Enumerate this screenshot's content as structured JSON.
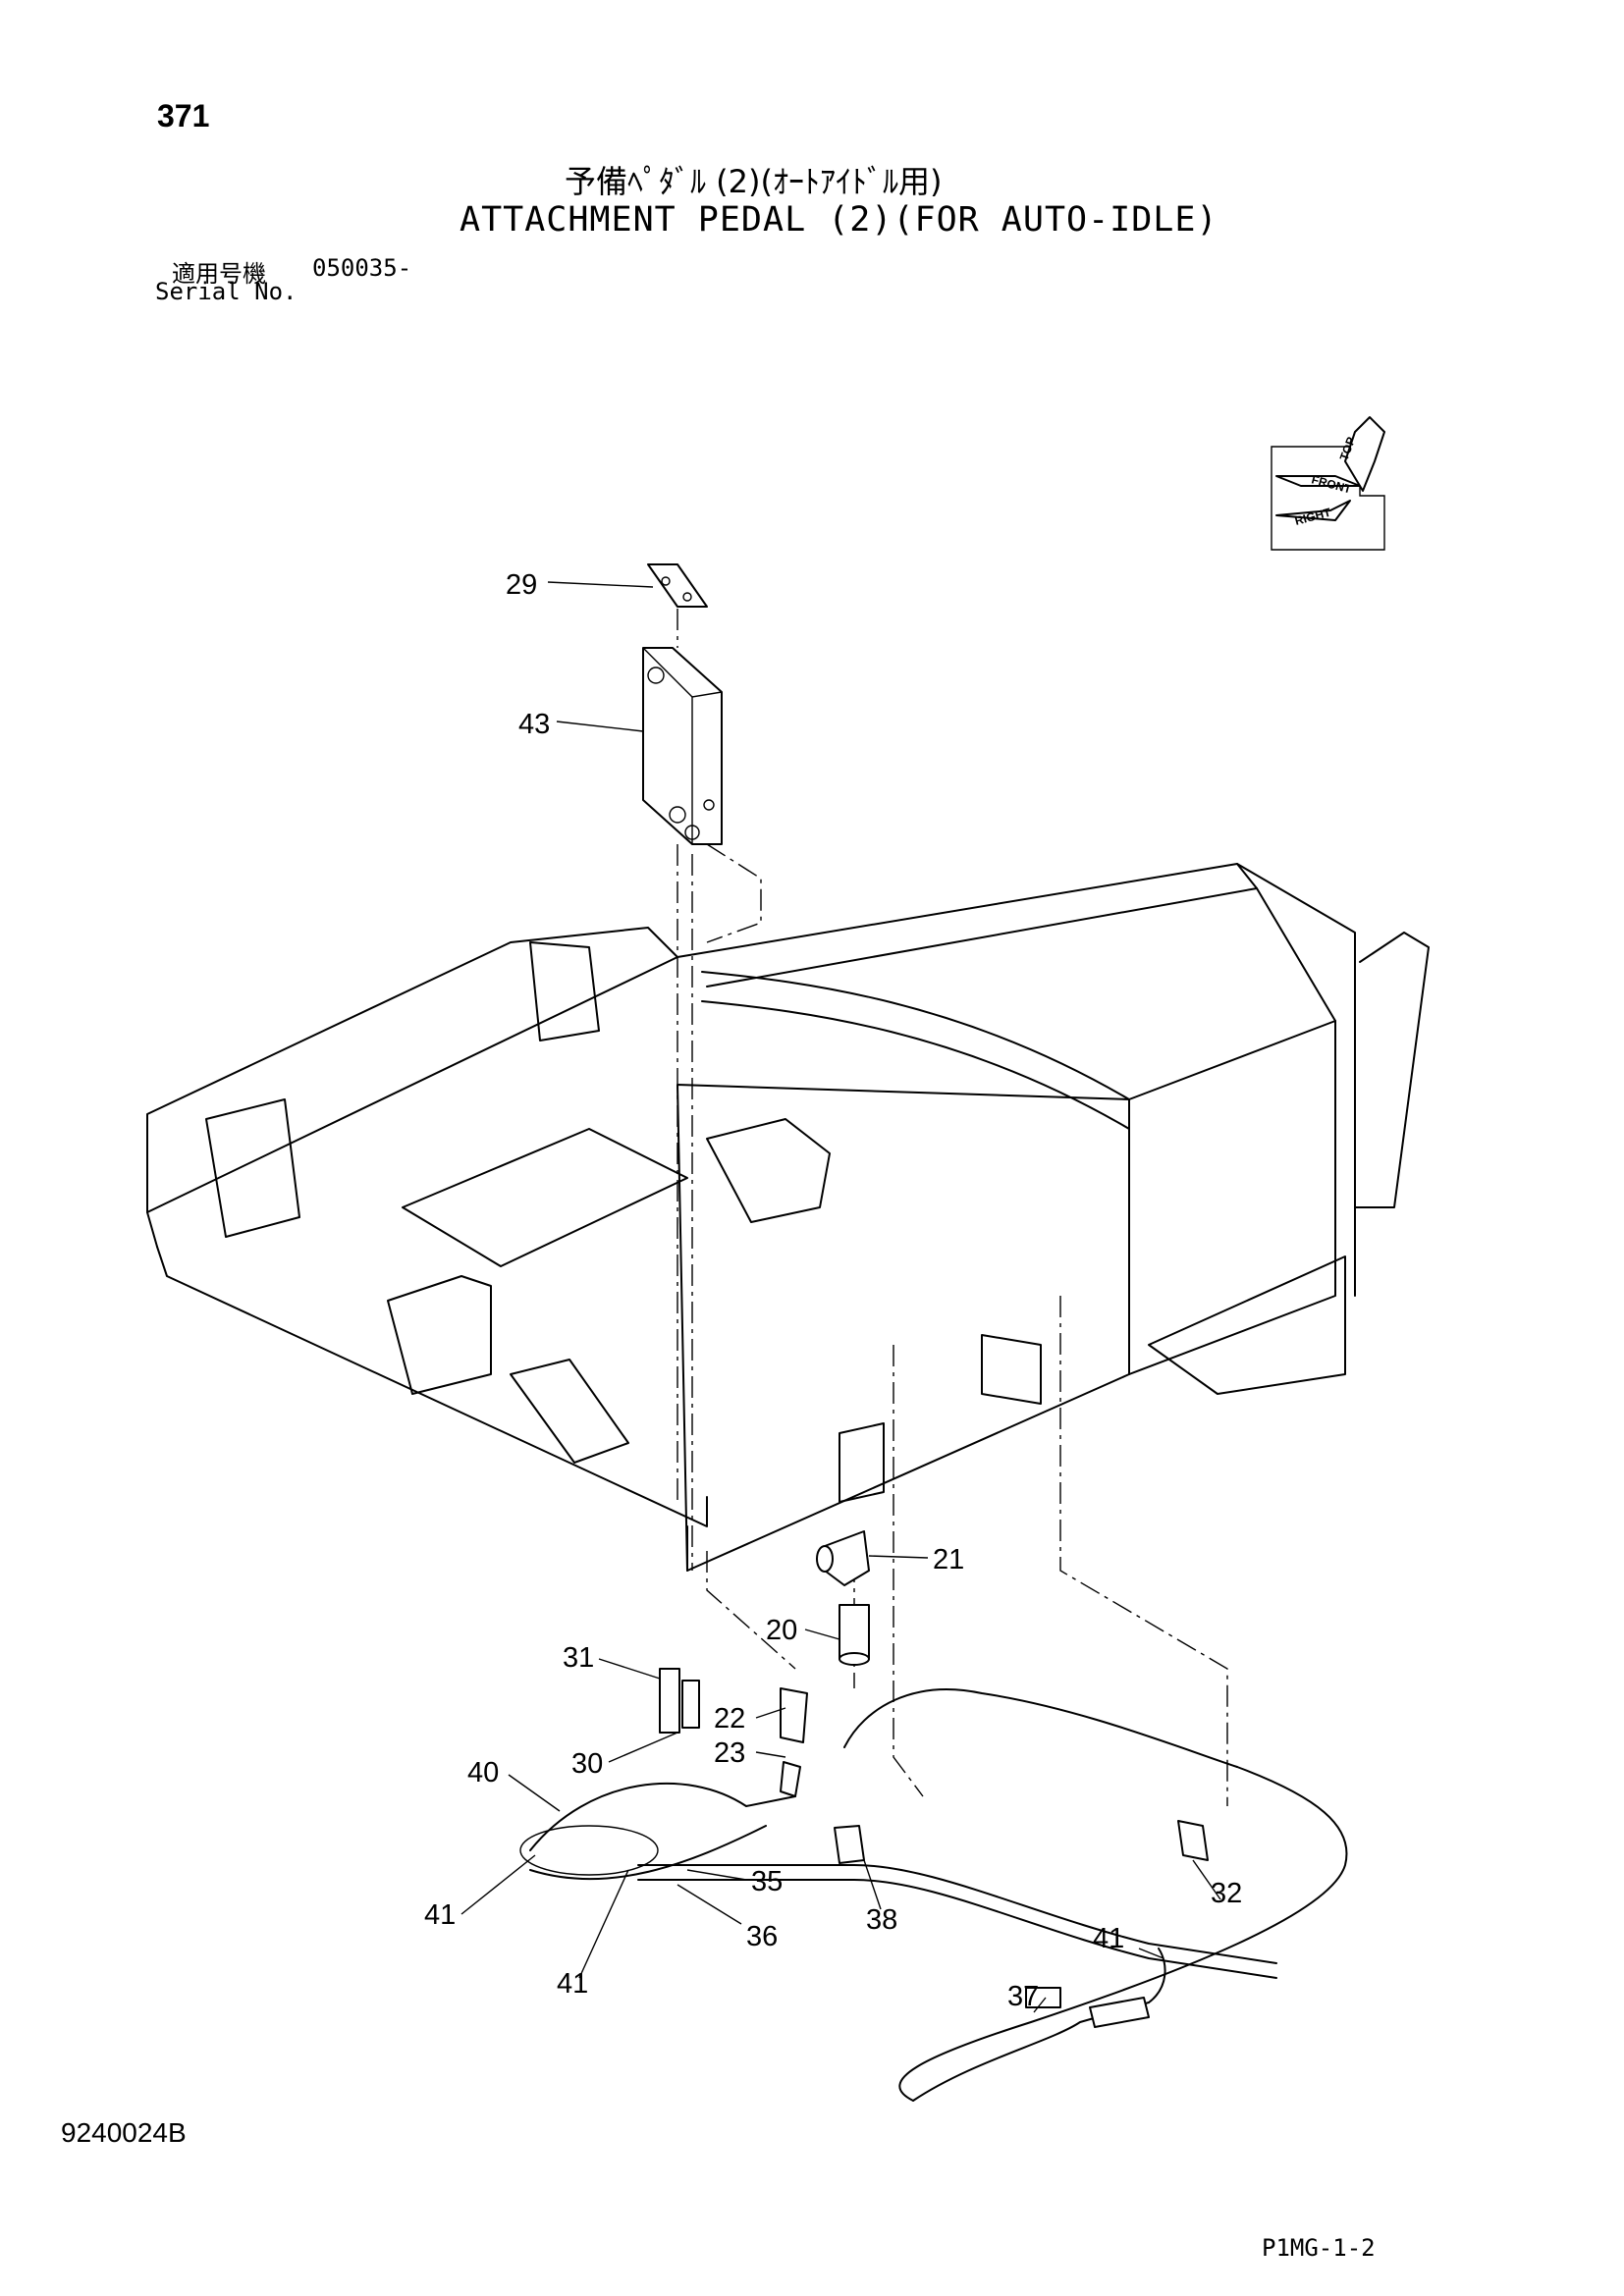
{
  "page_number": "371",
  "title_jp": "予備ﾍﾟﾀﾞﾙ (2)(ｵｰﾄｱｲﾄﾞﾙ用)",
  "title_en": "ATTACHMENT PEDAL (2)(FOR AUTO-IDLE)",
  "serial": {
    "label_jp": "適用号機",
    "value": "050035-",
    "label_en": "Serial No."
  },
  "orientation": {
    "top": "TOP",
    "front": "FRONT",
    "right": "RIGHT"
  },
  "callouts": [
    "29",
    "43",
    "21",
    "20",
    "31",
    "22",
    "30",
    "23",
    "40",
    "35",
    "41",
    "36",
    "38",
    "32",
    "41",
    "41",
    "37"
  ],
  "doc_code": "9240024B",
  "sheet_code": "P1MG-1-2"
}
